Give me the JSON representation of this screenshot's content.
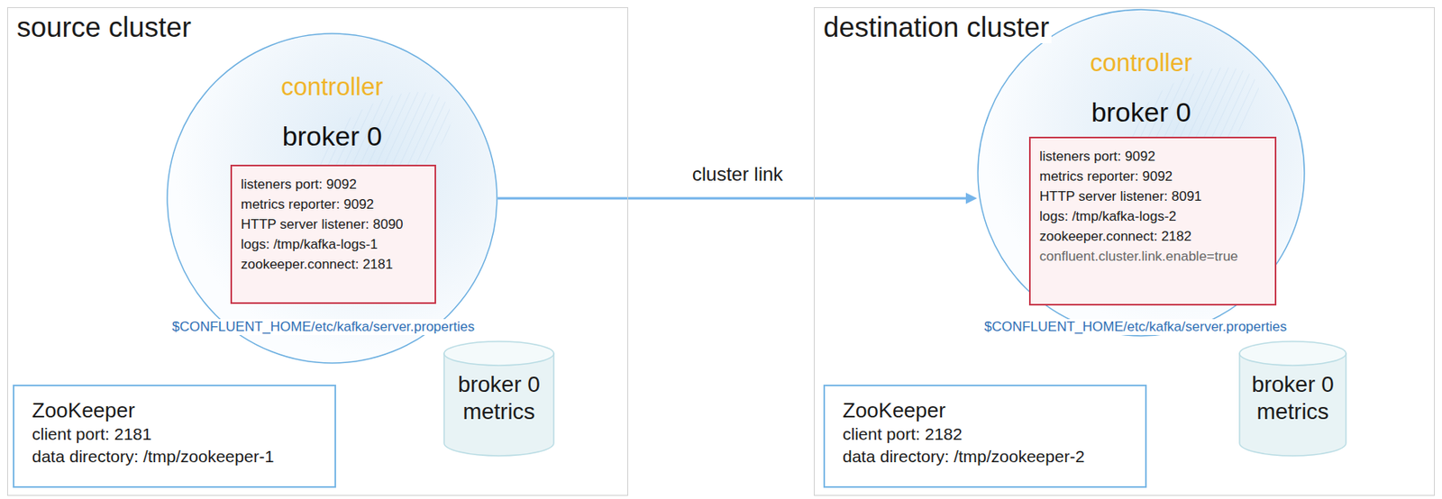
{
  "diagram": {
    "nodes": [
      {
        "text": [
          "source cluster"
        ]
      },
      {
        "text": [
          "controller",
          "broker 0"
        ],
        "in": 0
      },
      {
        "text": [
          "listeners port: 9092",
          "metrics reporter: 9092",
          "HTTP server listener: 8090",
          "logs: /tmp/kafka-logs-1",
          "zookeeper.connect: 2181"
        ],
        "in": 1
      },
      {
        "text": [
          "broker 0 metrics"
        ],
        "in": 0
      },
      {
        "text": [
          "ZooKeeper",
          "client port: 2181",
          "data directory: /tmp/zookeeper-1"
        ],
        "in": 0
      },
      {
        "text": [
          "destination cluster"
        ]
      },
      {
        "text": [
          "controller",
          "broker 0"
        ],
        "in": 5
      },
      {
        "text": [
          "listeners port: 9092",
          "metrics reporter: 9092",
          "HTTP server listener: 8091",
          "logs: /tmp/kafka-logs-2",
          "zookeeper.connect: 2182",
          "confluent.cluster.link.enable=true"
        ],
        "in": 6
      },
      {
        "text": [
          "broker 0 metrics"
        ],
        "in": 5
      },
      {
        "text": [
          "ZooKeeper",
          "client port: 2182",
          "data directory: /tmp/zookeeper-2"
        ],
        "in": 5
      }
    ],
    "edges": [
      {
        "from": 1,
        "to": 6,
        "arrow": "to",
        "label": "cluster link"
      }
    ],
    "labels": [
      "$CONFLUENT_HOME/etc/kafka/server.properties",
      "$CONFLUENT_HOME/etc/kafka/server.properties"
    ]
  }
}
